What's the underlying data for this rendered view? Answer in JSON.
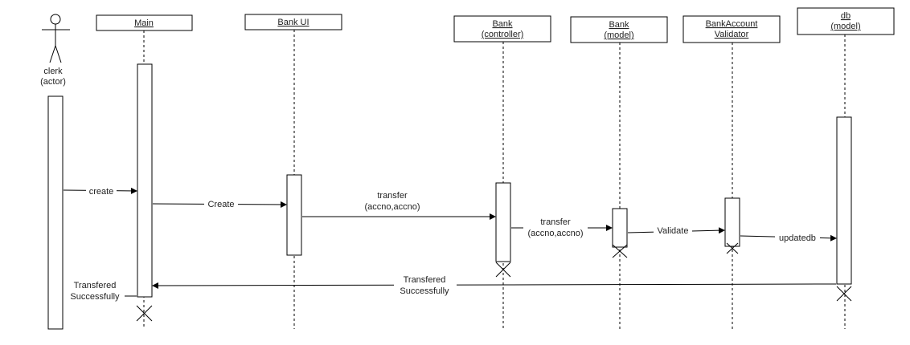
{
  "actor": {
    "line1": "clerk",
    "line2": "(actor)"
  },
  "participants": {
    "main": {
      "line1": "Main"
    },
    "bank_ui": {
      "line1": "Bank UI"
    },
    "bank_controller": {
      "line1": "Bank",
      "line2": "(controller)"
    },
    "bank_model": {
      "line1": "Bank",
      "line2": "(model)"
    },
    "validator": {
      "line1": "BankAccount",
      "line2": "Validator"
    },
    "db": {
      "line1": "db",
      "line2": "(model)"
    }
  },
  "messages": {
    "create": "create",
    "create2": "Create",
    "transfer1": {
      "line1": "transfer",
      "line2": "(accno,accno)"
    },
    "transfer2": {
      "line1": "transfer",
      "line2": "(accno,accno)"
    },
    "validate": "Validate",
    "updatedb": "updatedb",
    "return_left": {
      "line1": "Transfered",
      "line2": "Successfully"
    },
    "return_mid": {
      "line1": "Transfered",
      "line2": "Successfully"
    }
  }
}
